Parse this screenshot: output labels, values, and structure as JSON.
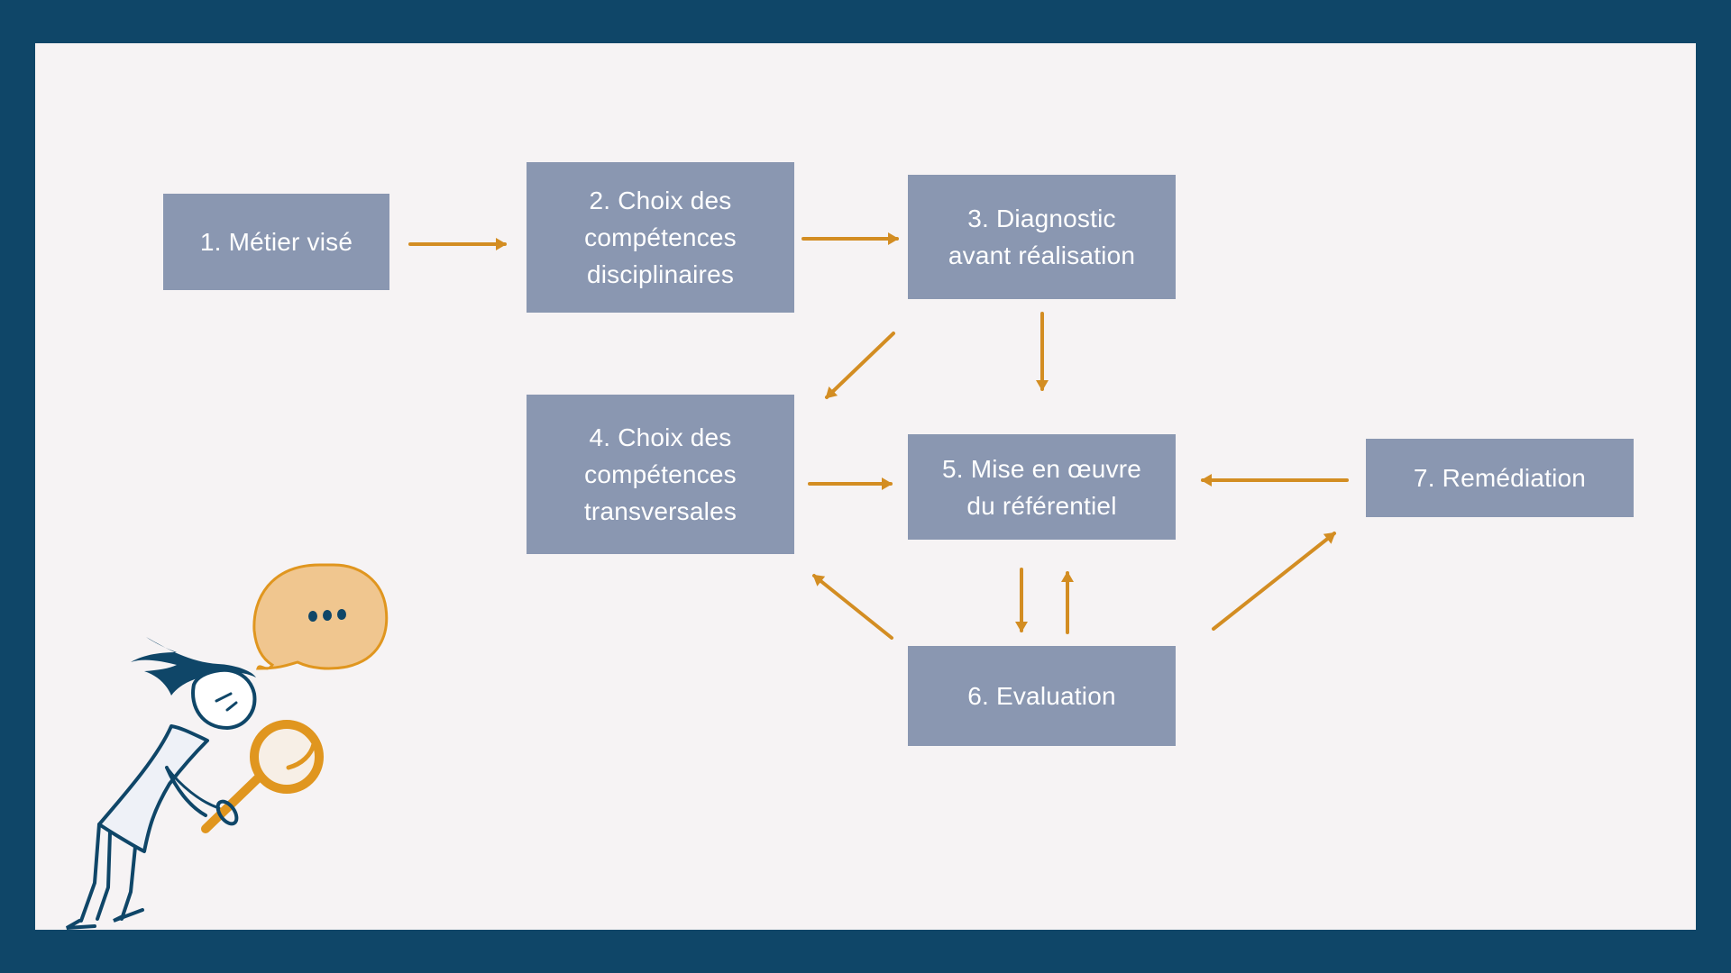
{
  "diagram": {
    "nodes": [
      {
        "id": "n1",
        "label": "1. Métier visé"
      },
      {
        "id": "n2",
        "label": "2. Choix des compétences disciplinaires"
      },
      {
        "id": "n3",
        "label": "3. Diagnostic avant réalisation"
      },
      {
        "id": "n4",
        "label": "4. Choix des compétences transversales"
      },
      {
        "id": "n5",
        "label": "5. Mise en œuvre du référentiel"
      },
      {
        "id": "n6",
        "label": "6. Evaluation"
      },
      {
        "id": "n7",
        "label": "7. Remédiation"
      }
    ],
    "edges": [
      {
        "from": "n1",
        "to": "n2"
      },
      {
        "from": "n2",
        "to": "n3"
      },
      {
        "from": "n3",
        "to": "n4"
      },
      {
        "from": "n3",
        "to": "n5"
      },
      {
        "from": "n4",
        "to": "n5"
      },
      {
        "from": "n7",
        "to": "n5"
      },
      {
        "from": "n5",
        "to": "n6"
      },
      {
        "from": "n6",
        "to": "n5"
      },
      {
        "from": "n6",
        "to": "n4"
      },
      {
        "from": "n6",
        "to": "n7"
      }
    ]
  },
  "colors": {
    "border": "#0f4668",
    "background": "#f6f3f4",
    "node_fill": "#8a97b1",
    "node_text": "#ffffff",
    "arrow": "#d38d22",
    "figure_navy": "#0f4668",
    "figure_orange": "#e0961f",
    "bubble_fill": "#f0c68f"
  },
  "illustration": {
    "icons": [
      "person-with-magnifier-icon",
      "speech-bubble-icon"
    ],
    "bubble_text": "•••"
  }
}
